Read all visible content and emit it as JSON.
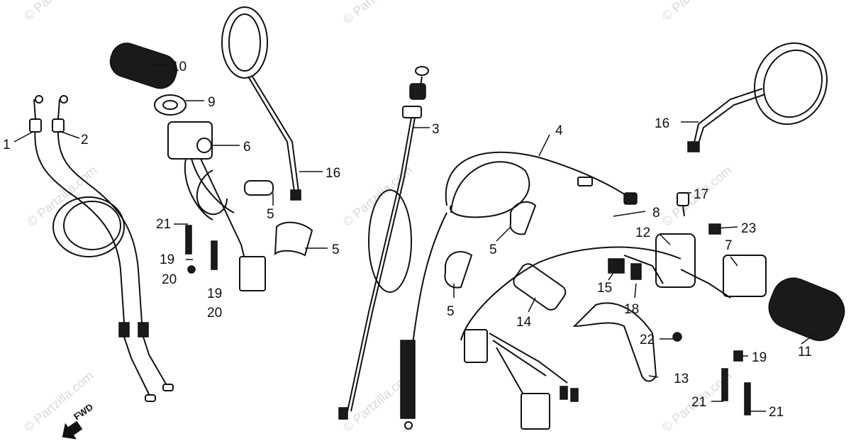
{
  "diagram": {
    "callouts": [
      "1",
      "2",
      "3",
      "4",
      "5",
      "5",
      "5",
      "5",
      "6",
      "7",
      "8",
      "9",
      "10",
      "11",
      "12",
      "13",
      "14",
      "15",
      "16",
      "16",
      "17",
      "18",
      "19",
      "19",
      "19",
      "20",
      "20",
      "21",
      "21",
      "21",
      "22",
      "23"
    ],
    "watermark": "© Partzilla.com",
    "direction_label": "FWD"
  }
}
